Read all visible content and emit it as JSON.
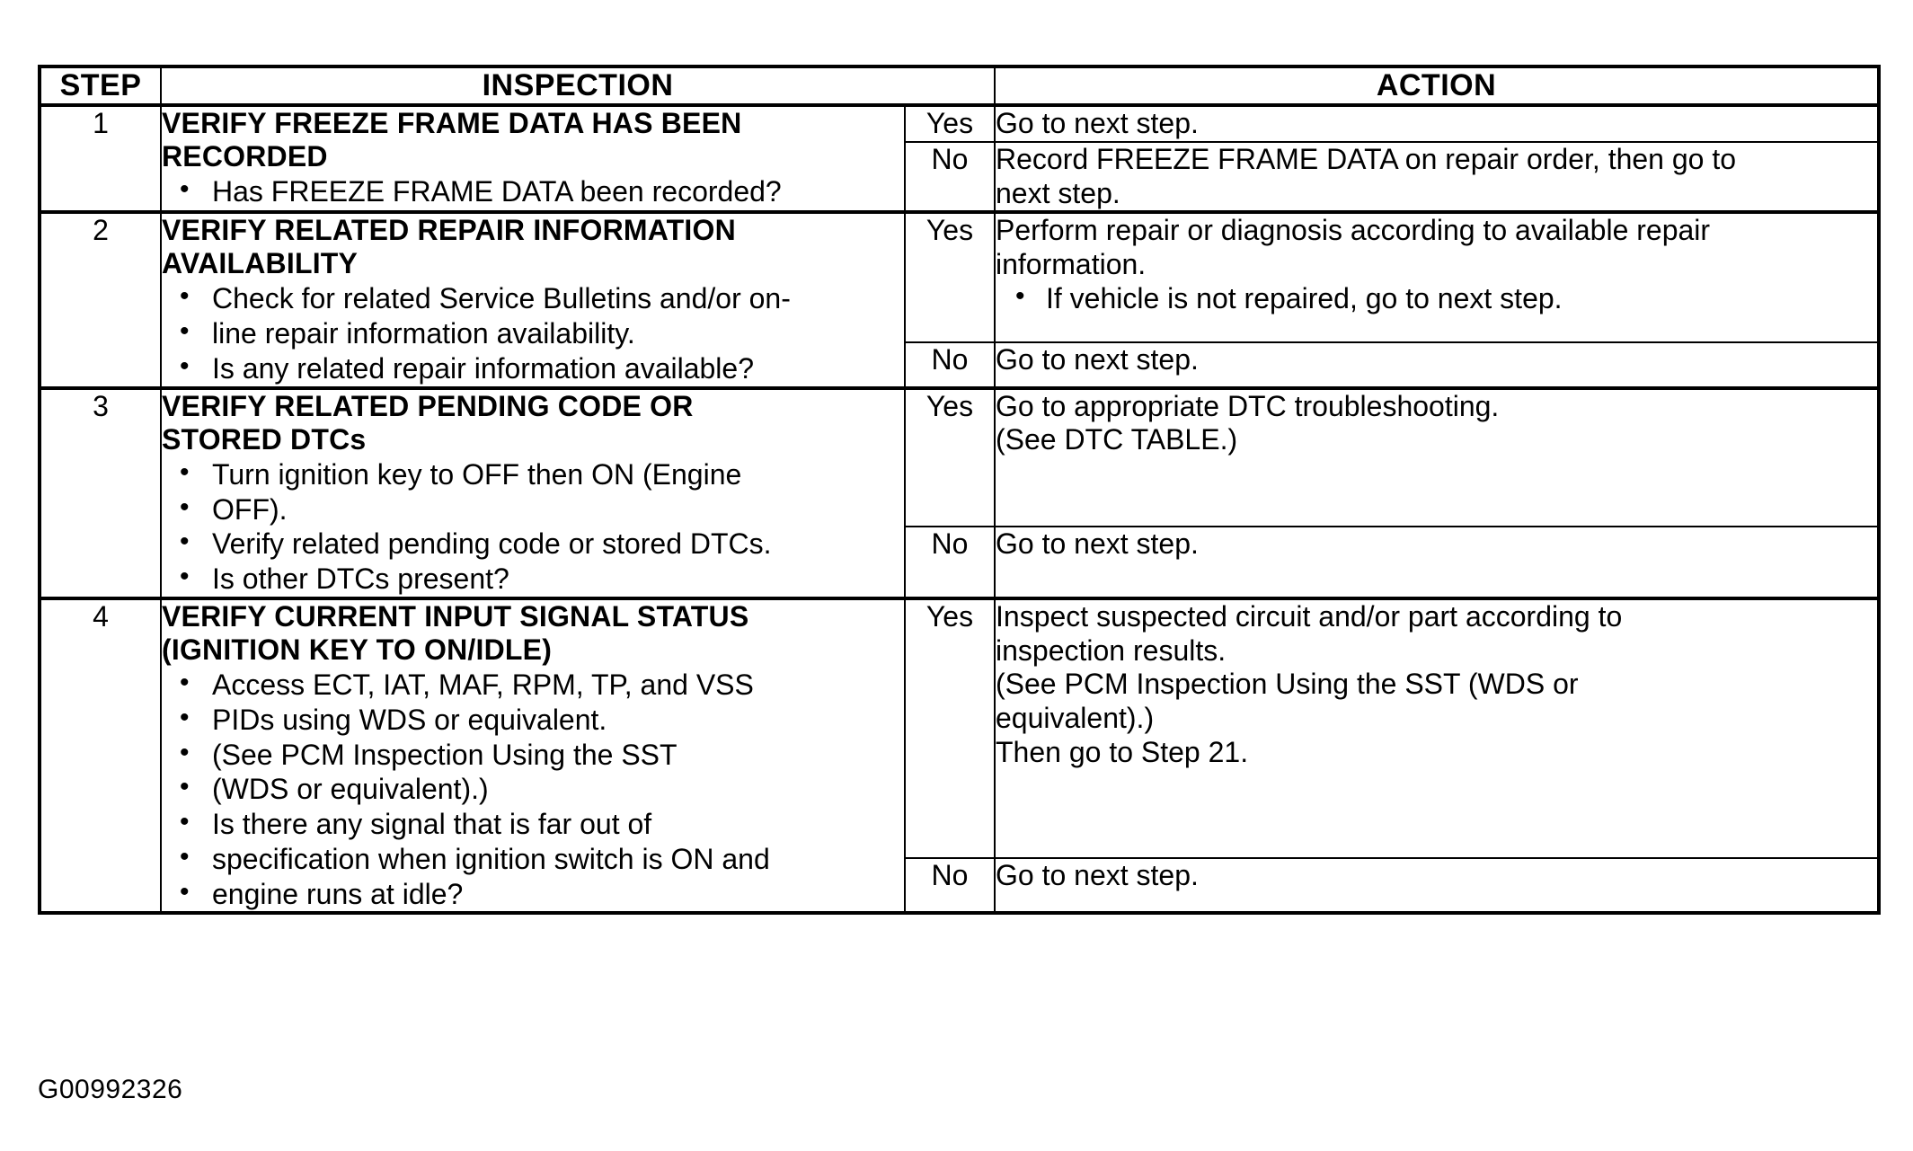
{
  "document": {
    "figure_code": "G00992326"
  },
  "table": {
    "headers": {
      "step": "STEP",
      "inspection": "INSPECTION",
      "action": "ACTION"
    },
    "rows": [
      {
        "step": "1",
        "inspection": {
          "title_lines": [
            "VERIFY FREEZE FRAME DATA HAS BEEN",
            "RECORDED"
          ],
          "bullets": [
            {
              "text": "Has FREEZE FRAME DATA been recorded?",
              "bullet": true
            }
          ]
        },
        "branches": [
          {
            "label": "Yes",
            "lines": [
              "Go to next step."
            ],
            "subbullets": []
          },
          {
            "label": "No",
            "lines": [
              "Record FREEZE FRAME DATA on repair order, then go to",
              "next step."
            ],
            "subbullets": []
          }
        ]
      },
      {
        "step": "2",
        "inspection": {
          "title_lines": [
            "VERIFY RELATED REPAIR INFORMATION",
            "AVAILABILITY"
          ],
          "bullets": [
            {
              "text": "Check for related Service Bulletins and/or on-",
              "bullet": true
            },
            {
              "text": "line repair information availability.",
              "bullet": false
            },
            {
              "text": "Is any related repair information available?",
              "bullet": true
            }
          ]
        },
        "branches": [
          {
            "label": "Yes",
            "lines": [
              "Perform repair or diagnosis according to available repair",
              "information."
            ],
            "subbullets": [
              "If vehicle is not repaired, go to next step."
            ]
          },
          {
            "label": "No",
            "lines": [
              "Go to next step."
            ],
            "subbullets": []
          }
        ]
      },
      {
        "step": "3",
        "inspection": {
          "title_lines": [
            "VERIFY RELATED PENDING CODE OR",
            "STORED DTCs"
          ],
          "bullets": [
            {
              "text": "Turn ignition key to OFF then ON (Engine",
              "bullet": true
            },
            {
              "text": "OFF).",
              "bullet": false
            },
            {
              "text": "Verify related pending code or stored DTCs.",
              "bullet": true
            },
            {
              "text": "Is other DTCs present?",
              "bullet": true
            }
          ]
        },
        "branches": [
          {
            "label": "Yes",
            "lines": [
              "Go to appropriate DTC troubleshooting.",
              "(See DTC TABLE.)"
            ],
            "subbullets": []
          },
          {
            "label": "No",
            "lines": [
              "Go to next step."
            ],
            "subbullets": []
          }
        ]
      },
      {
        "step": "4",
        "inspection": {
          "title_lines": [
            "VERIFY CURRENT INPUT SIGNAL STATUS",
            "(IGNITION KEY TO ON/IDLE)"
          ],
          "bullets": [
            {
              "text": "Access ECT, IAT, MAF, RPM, TP, and VSS",
              "bullet": true
            },
            {
              "text": "PIDs using WDS or equivalent.",
              "bullet": false
            },
            {
              "text": "(See PCM Inspection Using the SST",
              "bullet": false
            },
            {
              "text": "(WDS or equivalent).)",
              "bullet": false
            },
            {
              "text": "Is there any signal that is far out of",
              "bullet": true
            },
            {
              "text": "specification when ignition switch is ON and",
              "bullet": false
            },
            {
              "text": "engine runs at idle?",
              "bullet": false
            }
          ]
        },
        "branches": [
          {
            "label": "Yes",
            "lines": [
              "Inspect suspected circuit and/or part according to",
              "inspection results.",
              "(See PCM Inspection Using the SST (WDS or",
              "equivalent).)",
              "Then go to Step 21."
            ],
            "subbullets": []
          },
          {
            "label": "No",
            "lines": [
              "Go to next step."
            ],
            "subbullets": []
          }
        ]
      }
    ]
  }
}
